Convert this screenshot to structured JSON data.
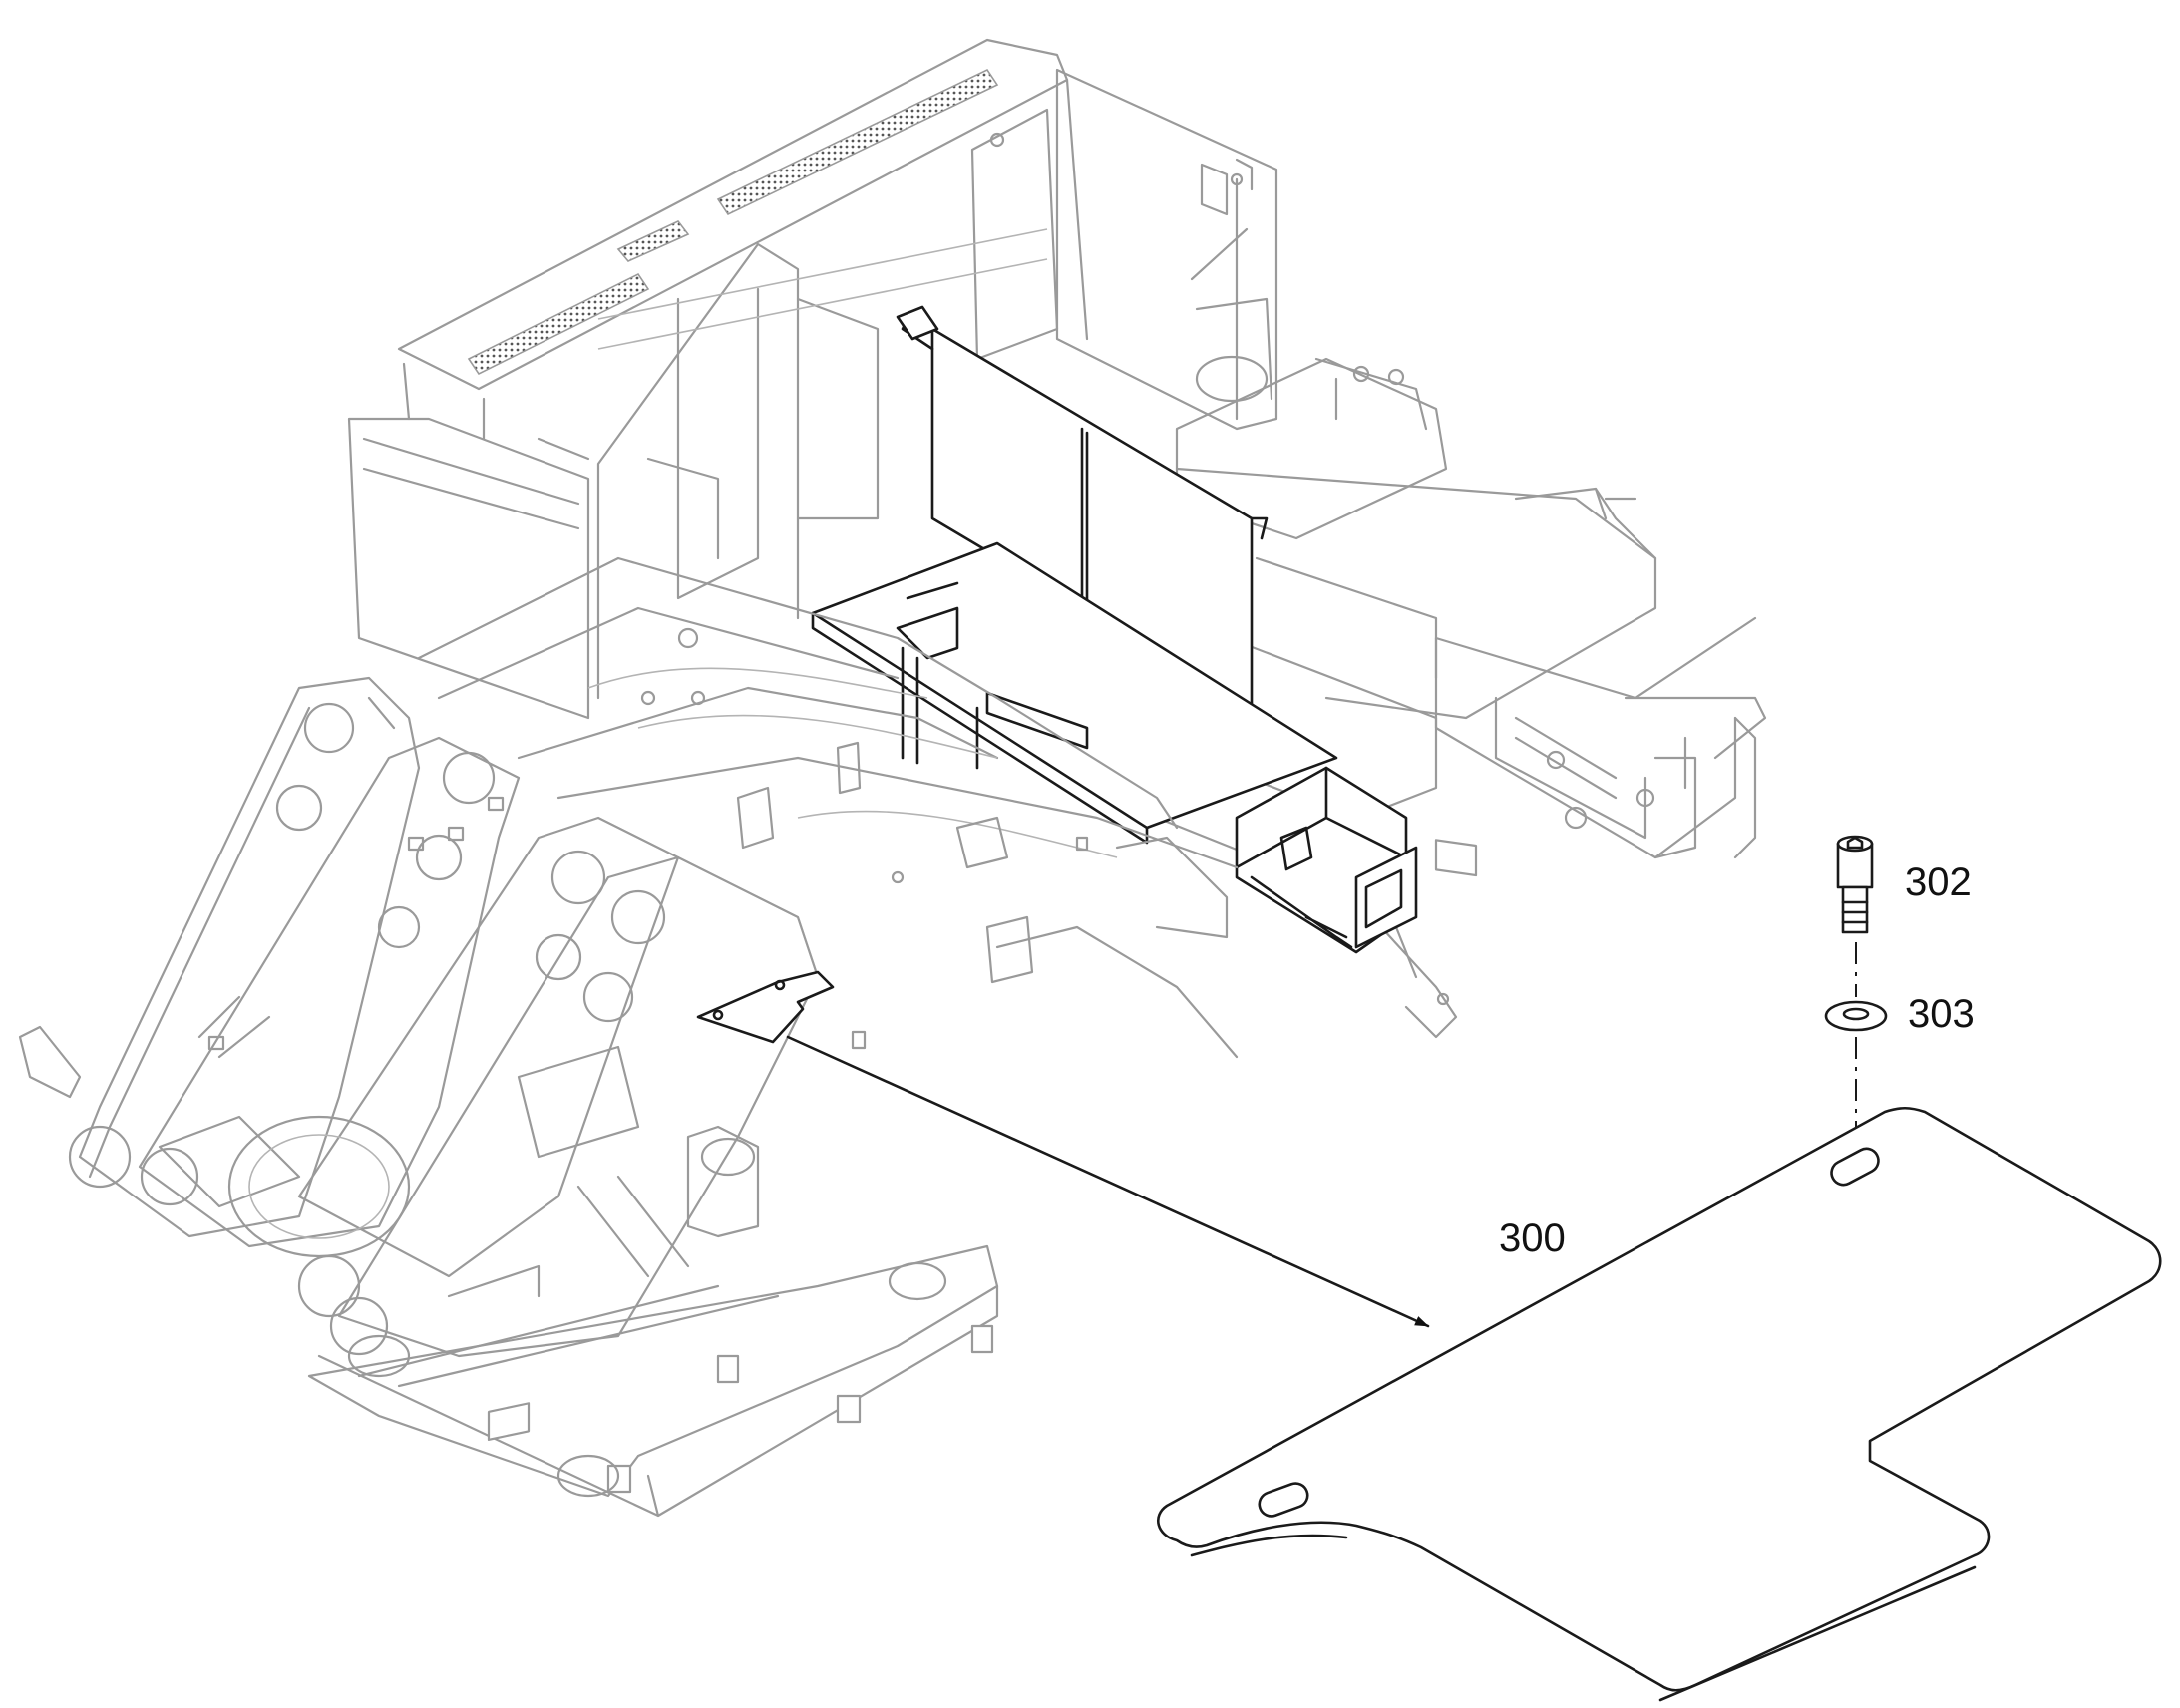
{
  "callouts": {
    "screw": "302",
    "washer": "303",
    "plate": "300"
  },
  "colors": {
    "line": "#9a9a9a",
    "highlight": "#1a1a1a",
    "background": "#ffffff"
  }
}
